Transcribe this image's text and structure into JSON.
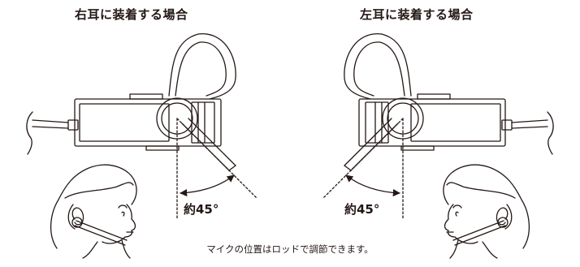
{
  "panels": [
    {
      "title": "右耳に装着する場合",
      "angle_label": "約45°"
    },
    {
      "title": "左耳に装着する場合",
      "angle_label": "約45°"
    }
  ],
  "caption": "マイクの位置はロッドで調節できます。",
  "colors": {
    "line": "#231815",
    "background": "#ffffff"
  }
}
